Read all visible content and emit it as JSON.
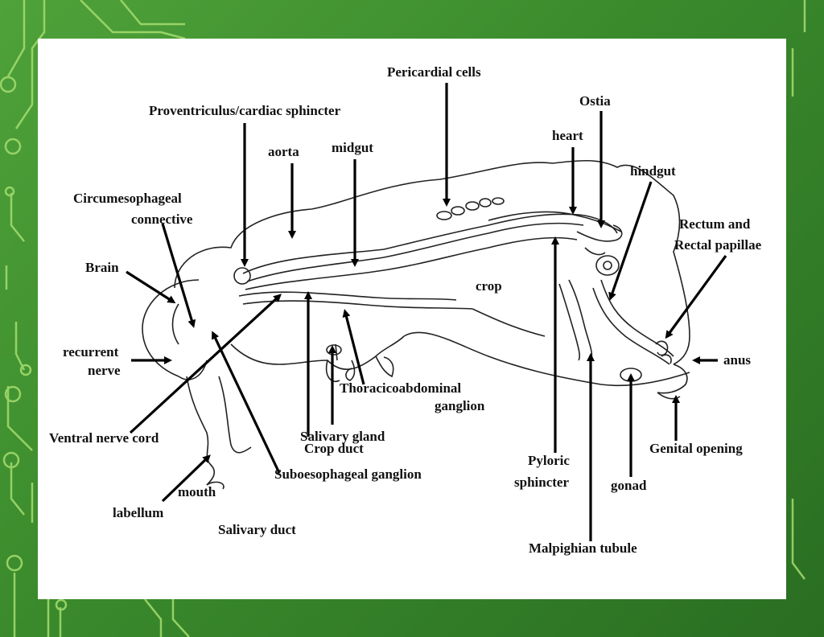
{
  "theme": {
    "background": "#3d8a2f",
    "circuit_color": "#9fd86a",
    "panel": "#ffffff"
  },
  "labels": {
    "pericardial_cells": "Pericardial cells",
    "ostia": "Ostia",
    "proventriculus": "Proventriculus/cardiac sphincter",
    "heart": "heart",
    "aorta": "aorta",
    "midgut": "midgut",
    "hindgut": "hindgut",
    "circumesophageal_1": "Circumesophageal",
    "circumesophageal_2": "connective",
    "rectum_1": "Rectum and",
    "rectum_2": "Rectal papillae",
    "brain": "Brain",
    "crop": "crop",
    "recurrent_1": "recurrent",
    "recurrent_2": "nerve",
    "anus": "anus",
    "thoracico_1": "Thoracicoabdominal",
    "thoracico_2": "ganglion",
    "ventral_nerve_cord": "Ventral nerve cord",
    "salivary_gland": "Salivary gland",
    "crop_duct": "Crop duct",
    "genital_opening": "Genital opening",
    "pyloric_1": "Pyloric",
    "pyloric_2": "sphincter",
    "suboesophageal": "Suboesophageal ganglion",
    "gonad": "gonad",
    "mouth": "mouth",
    "labellum": "labellum",
    "salivary_duct": "Salivary duct",
    "malpighian": "Malpighian tubule"
  }
}
